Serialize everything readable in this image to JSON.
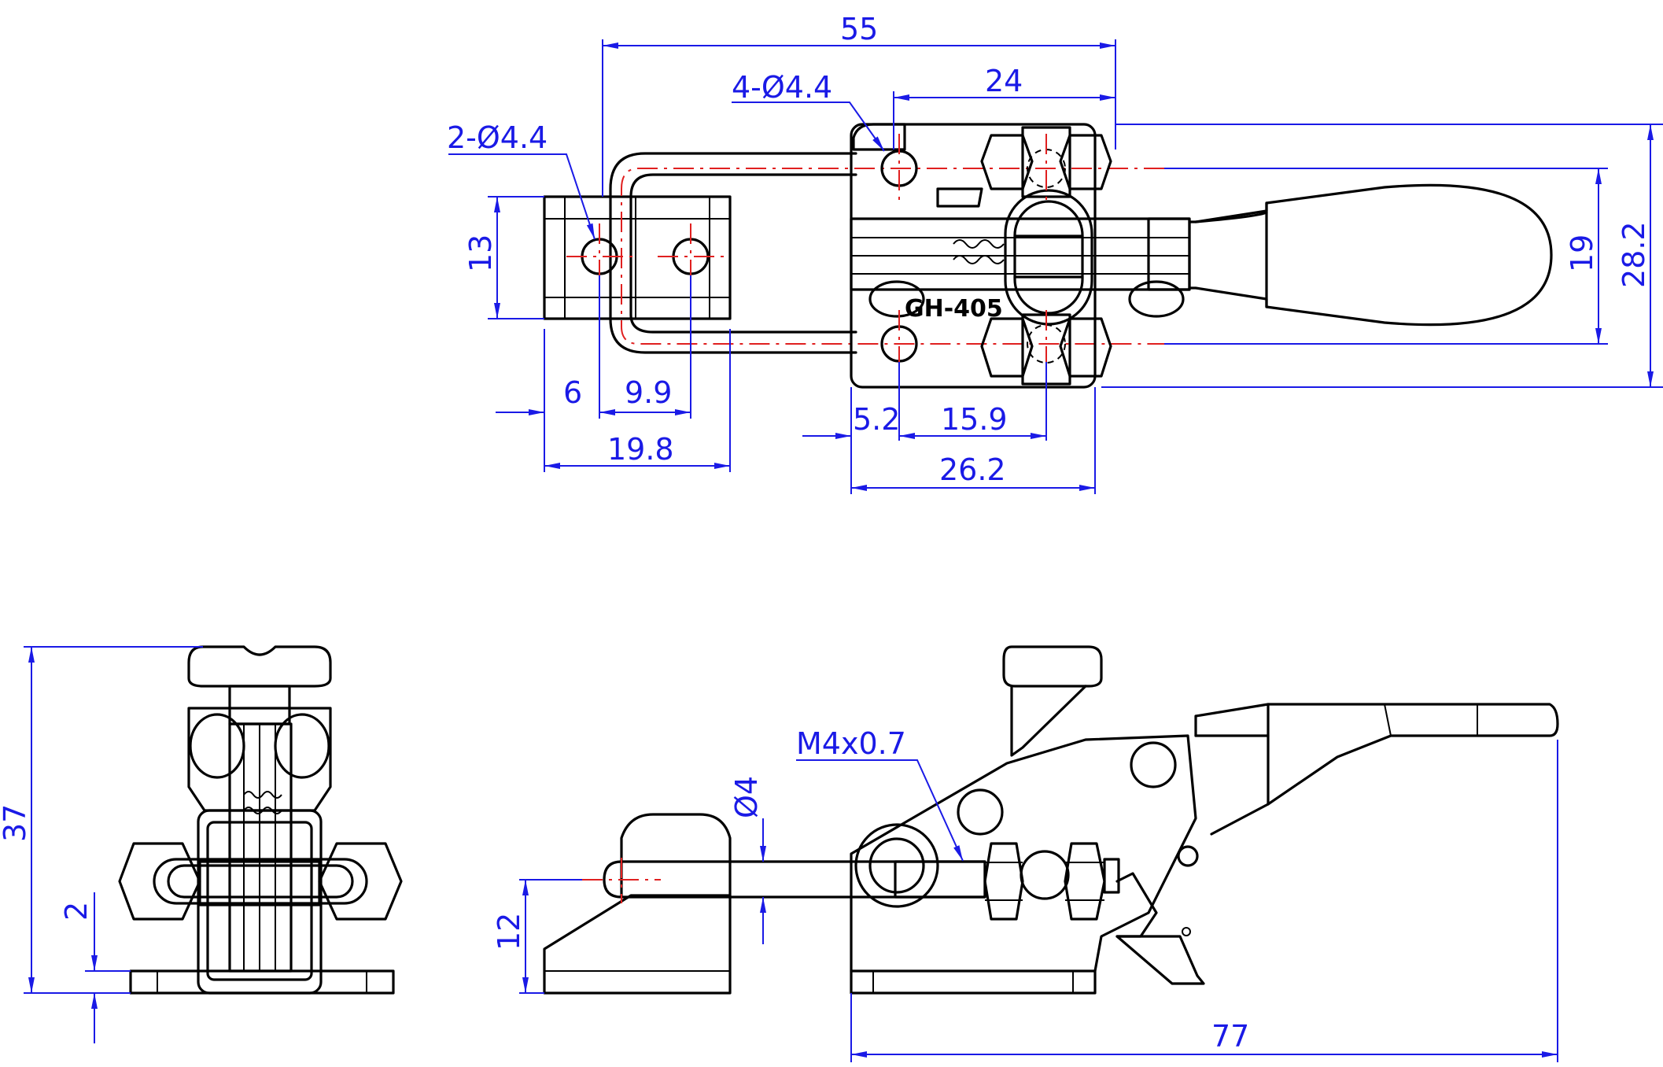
{
  "colors": {
    "part_line": "#000000",
    "dimension": "#1a1ae6",
    "centerline": "#e02020",
    "background": "#ffffff"
  },
  "top_view": {
    "dims": {
      "overall_width": "55",
      "mount_spacing": "24",
      "mount_holes": "4-Ø4.4",
      "catch_holes": "2-Ø4.4",
      "catch_height": "13",
      "catch_edge": "6",
      "catch_hole_pitch": "9.9",
      "catch_width": "19.8",
      "base_hole_offset": "5.2",
      "base_hole_pitch": "15.9",
      "base_length": "26.2",
      "hook_spacing": "19",
      "overall_height": "28.2"
    },
    "stamp": "GH-405"
  },
  "side_view": {
    "dims": {
      "rod_diameter": "Ø4",
      "thread": "M4x0.7",
      "catch_pin_height": "12",
      "overall_length": "77"
    }
  },
  "end_view": {
    "dims": {
      "overall_height": "37",
      "base_thickness": "2"
    }
  }
}
